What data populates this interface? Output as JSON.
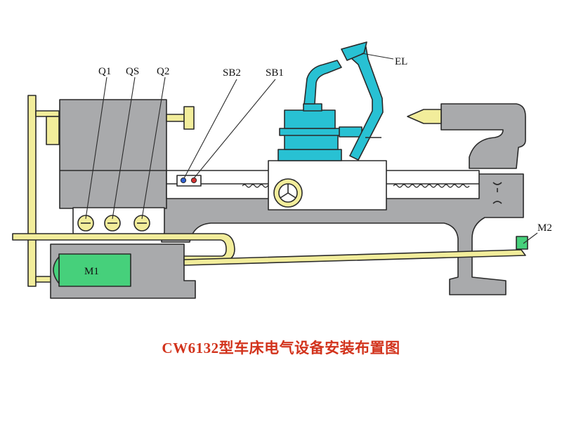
{
  "diagram": {
    "labels": {
      "q1": "Q1",
      "qs": "QS",
      "q2": "Q2",
      "sb2": "SB2",
      "sb1": "SB1",
      "el": "EL",
      "m1": "M1",
      "m2": "M2"
    },
    "caption": "CW6132型车床电气设备安装布置图"
  },
  "colors": {
    "body": "#a9aaac",
    "dark_gray": "#8d8e90",
    "yellow": "#f2ed9b",
    "yellow_edge": "#6b6a50",
    "cyan": "#28c1d3",
    "green": "#46d07b",
    "caption": "#d2331c",
    "outline": "#2a2a2a"
  }
}
